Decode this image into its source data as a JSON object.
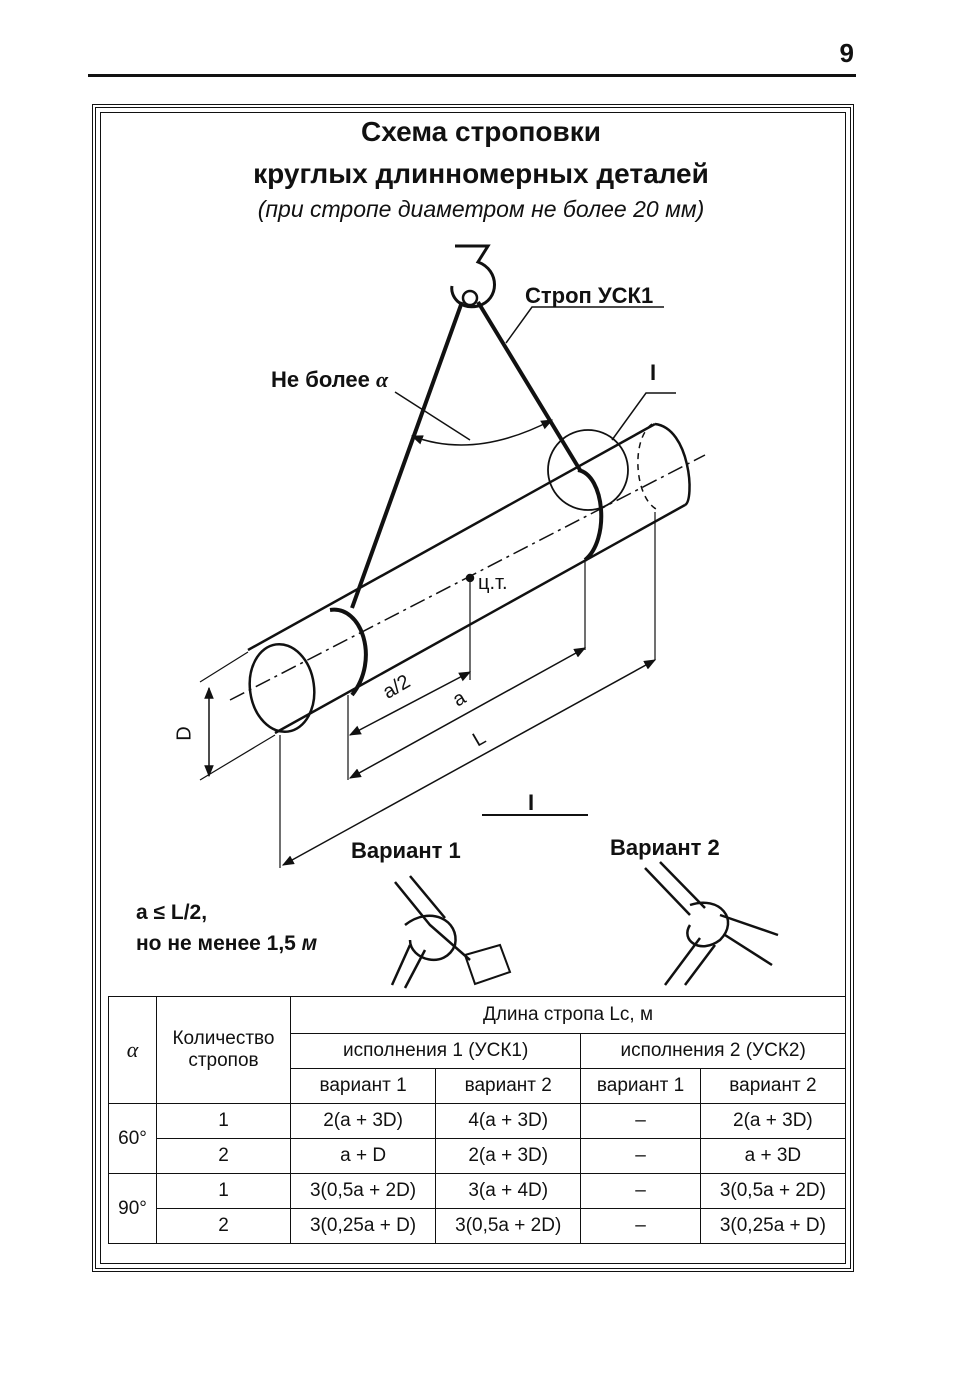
{
  "page_number": "9",
  "title": {
    "line1": "Схема строповки",
    "line2": "круглых длинномерных деталей",
    "line3": "(при стропе диаметром не более 20 мм)"
  },
  "diagram": {
    "sling_label": "Строп УСК1",
    "angle_label_prefix": "Не более ",
    "angle_label_symbol": "α",
    "detail_ref": "I",
    "center_of_gravity": "ц.т.",
    "dim_a_half": "a/2",
    "dim_a": "a",
    "dim_L": "L",
    "dim_D": "D",
    "section_label": "I",
    "variant1": "Вариант 1",
    "variant2": "Вариант 2",
    "note_line1": "a ≤ L/2,",
    "note_line2_prefix": "но не менее 1,5 ",
    "note_line2_unit": "м"
  },
  "table": {
    "col_alpha": "α",
    "col_count": "Количество стропов",
    "col_length": "Длина стропа Lс, м",
    "exec1": "исполнения 1 (УСК1)",
    "exec2": "исполнения 2 (УСК2)",
    "var1": "вариант 1",
    "var2": "вариант 2",
    "groups": [
      {
        "angle": "60°",
        "rows": [
          {
            "count": "1",
            "e1v1": "2(a + 3D)",
            "e1v2": "4(a + 3D)",
            "e2v1": "–",
            "e2v2": "2(a + 3D)"
          },
          {
            "count": "2",
            "e1v1": "a + D",
            "e1v2": "2(a + 3D)",
            "e2v1": "–",
            "e2v2": "a + 3D"
          }
        ]
      },
      {
        "angle": "90°",
        "rows": [
          {
            "count": "1",
            "e1v1": "3(0,5a + 2D)",
            "e1v2": "3(a + 4D)",
            "e2v1": "–",
            "e2v2": "3(0,5a + 2D)"
          },
          {
            "count": "2",
            "e1v1": "3(0,25a + D)",
            "e1v2": "3(0,5a + 2D)",
            "e2v1": "–",
            "e2v2": "3(0,25a + D)"
          }
        ]
      }
    ]
  }
}
